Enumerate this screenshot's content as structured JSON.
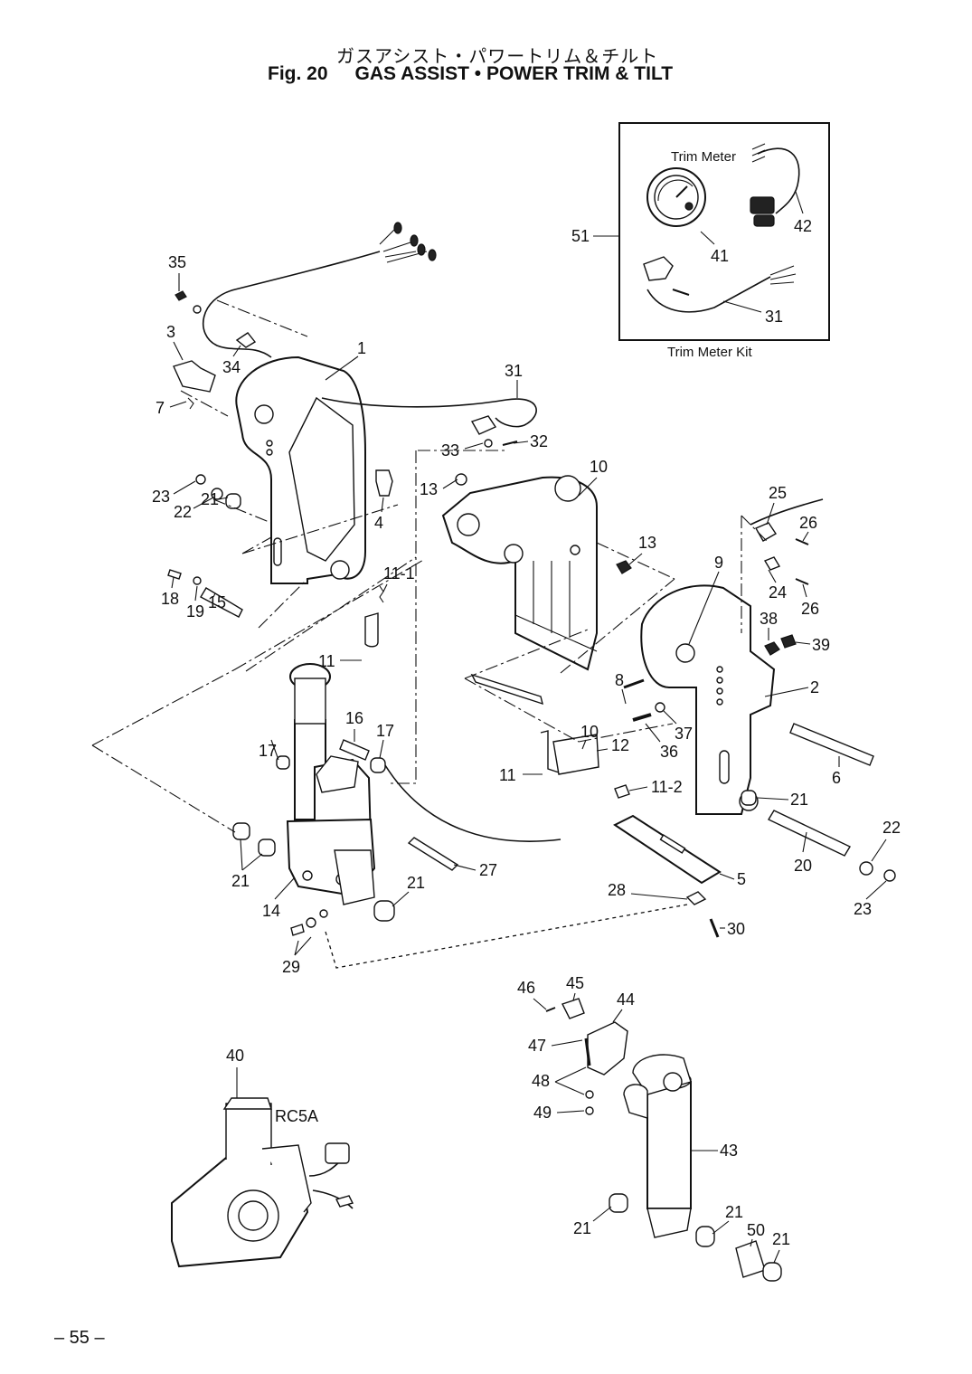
{
  "header": {
    "title_jp": "ガスアシスト・パワートリム＆チルト",
    "fig_label": "Fig. 20",
    "title_en": "GAS ASSIST • POWER TRIM & TILT"
  },
  "kit": {
    "meter_label": "Trim Meter",
    "kit_label": "Trim Meter Kit"
  },
  "remote_control_label": "RC5A",
  "page_number": "– 55 –",
  "callouts": {
    "c1": "1",
    "c2": "2",
    "c3": "3",
    "c4": "4",
    "c5": "5",
    "c6": "6",
    "c7": "7",
    "c8": "8",
    "c9": "9",
    "c10a": "10",
    "c10b": "10",
    "c11a": "11",
    "c11b": "11",
    "c11_1": "11-1",
    "c11_2": "11-2",
    "c12": "12",
    "c13a": "13",
    "c13b": "13",
    "c14": "14",
    "c15": "15",
    "c16": "16",
    "c17a": "17",
    "c17b": "17",
    "c18": "18",
    "c19": "19",
    "c20": "20",
    "c21a": "21",
    "c21b": "21",
    "c21c": "21",
    "c21d": "21",
    "c21e": "21",
    "c21f": "21",
    "c21g": "21",
    "c22a": "22",
    "c22b": "22",
    "c23a": "23",
    "c23b": "23",
    "c24": "24",
    "c25": "25",
    "c26a": "26",
    "c26b": "26",
    "c27": "27",
    "c28": "28",
    "c29": "29",
    "c30": "30",
    "c31a": "31",
    "c31b": "31",
    "c32": "32",
    "c33": "33",
    "c34": "34",
    "c35": "35",
    "c36": "36",
    "c37": "37",
    "c38": "38",
    "c39": "39",
    "c40": "40",
    "c41": "41",
    "c42": "42",
    "c43": "43",
    "c44": "44",
    "c45": "45",
    "c46": "46",
    "c47": "47",
    "c48": "48",
    "c49": "49",
    "c50": "50",
    "c51": "51"
  }
}
